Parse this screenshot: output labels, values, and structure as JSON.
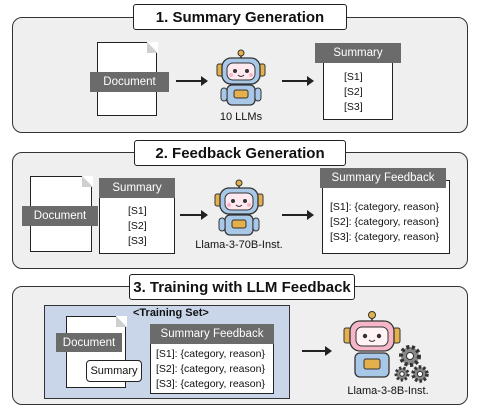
{
  "section1": {
    "title": "1. Summary Generation",
    "document_label": "Document",
    "model_caption": "10 LLMs",
    "summary_header": "Summary",
    "summary_lines": [
      "[S1]",
      "[S2]",
      "[S3]"
    ]
  },
  "section2": {
    "title": "2. Feedback Generation",
    "document_label": "Document",
    "summary_header": "Summary",
    "summary_lines": [
      "[S1]",
      "[S2]",
      "[S3]"
    ],
    "model_caption": "Llama-3-70B-Inst.",
    "feedback_header": "Summary Feedback",
    "feedback_lines": [
      "[S1]: {category, reason}",
      "[S2]: {category, reason}",
      "[S3]: {category, reason}"
    ]
  },
  "section3": {
    "title": "3. Training with LLM Feedback",
    "training_set_label": "<Training Set>",
    "document_label": "Document",
    "summary_label": "Summary",
    "feedback_header": "Summary Feedback",
    "feedback_lines": [
      "[S1]: {category, reason}",
      "[S2]: {category, reason}",
      "[S3]: {category, reason}"
    ],
    "model_caption": "Llama-3-8B-Inst."
  },
  "colors": {
    "panel": "#efefef",
    "training_set": "#c9d6ea",
    "label_gray": "#6b6b6b",
    "robot_blue": "#a9c8e8",
    "robot_pink": "#f5b7c8",
    "robot_gold": "#e3b04b"
  },
  "icons": [
    "document-icon",
    "robot-icon",
    "gear-icon",
    "arrow-icon"
  ]
}
